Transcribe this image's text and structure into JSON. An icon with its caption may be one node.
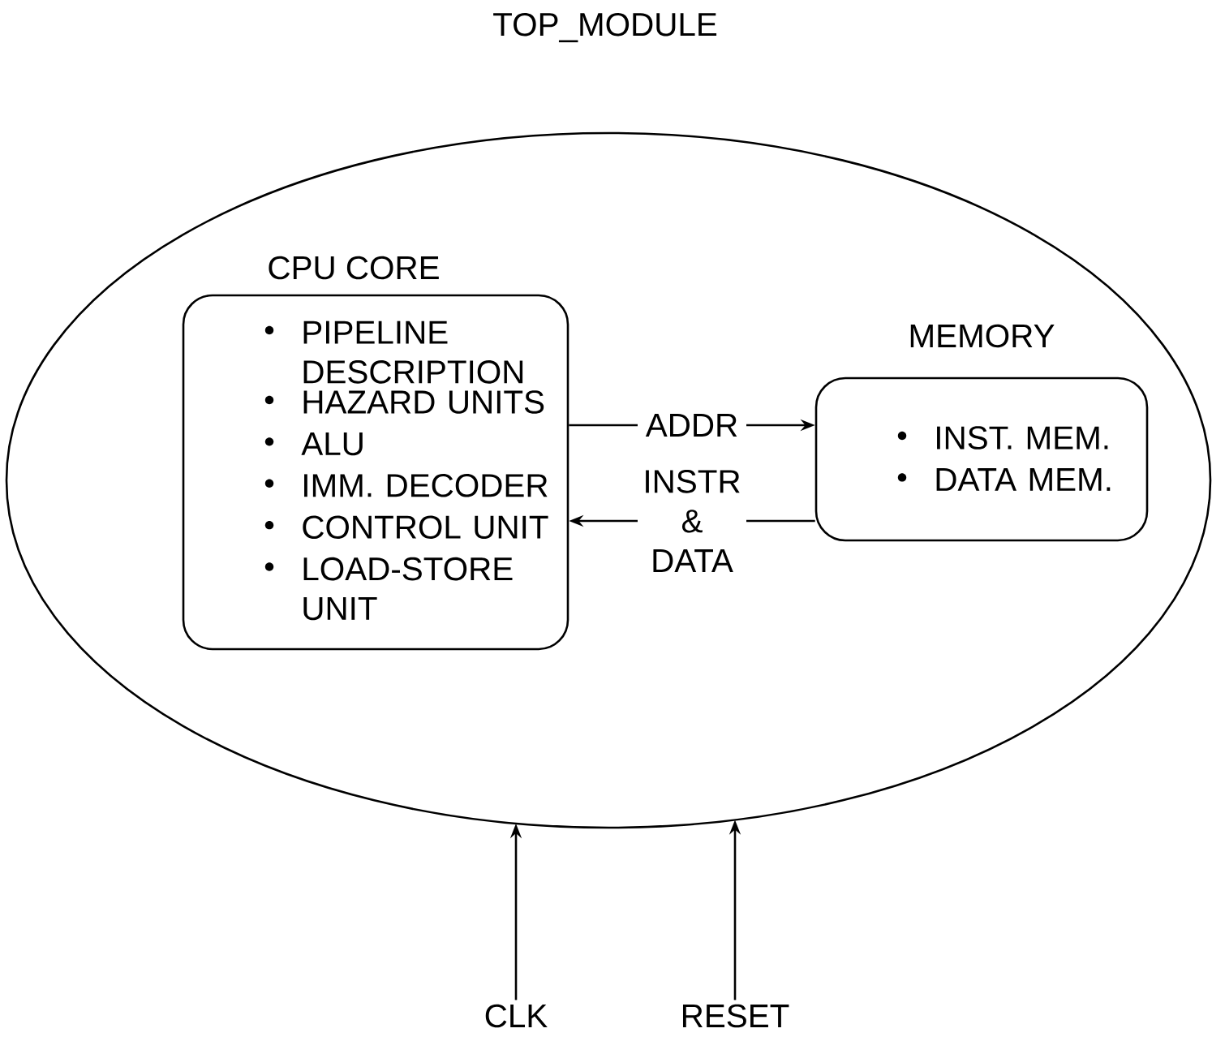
{
  "diagram": {
    "nodes": [
      {
        "text": [
          "TOP_MODULE"
        ]
      },
      {
        "text": [
          "CPU CORE",
          "PIPELINE DESCRIPTION",
          "HAZARD UNITS",
          "ALU",
          "IMM. DECODER",
          "CONTROL UNIT",
          "LOAD-STORE UNIT"
        ],
        "in": 0
      },
      {
        "text": [
          "MEMORY",
          "INST. MEM.",
          "DATA MEM."
        ],
        "in": 0
      },
      {
        "text": [
          "CLK"
        ]
      },
      {
        "text": [
          "RESET"
        ]
      }
    ],
    "edges": [
      {
        "from": 1,
        "to": 2,
        "arrow": "to",
        "label": "ADDR"
      },
      {
        "from": 2,
        "to": 1,
        "arrow": "to",
        "label": "INSTR & DATA"
      },
      {
        "from": 3,
        "to": 0,
        "arrow": "to"
      },
      {
        "from": 4,
        "to": 0,
        "arrow": "to"
      }
    ]
  }
}
